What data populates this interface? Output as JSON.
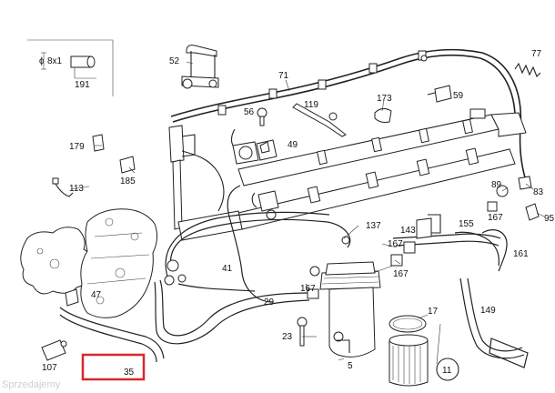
{
  "diagram": {
    "inset": {
      "dimension_symbol": "ϕ",
      "dimension_text": "8x1",
      "part_number": "191"
    },
    "callouts": {
      "c52": "52",
      "c71": "71",
      "c77": "77",
      "c56": "56",
      "c173": "173",
      "c59": "59",
      "c119": "119",
      "c49": "49",
      "c179": "179",
      "c185": "185",
      "c113": "113",
      "c89": "89",
      "c83": "83",
      "c167a": "167",
      "c95": "95",
      "c137": "137",
      "c143": "143",
      "c155": "155",
      "c167b": "167",
      "c161": "161",
      "c41": "41",
      "c167c": "167",
      "c167d": "167",
      "c47": "47",
      "c29": "29",
      "c17": "17",
      "c149": "149",
      "c23": "23",
      "c107": "107",
      "c35": "35",
      "c5": "5",
      "c11": "11"
    },
    "watermark": "Sprzedajemy"
  }
}
